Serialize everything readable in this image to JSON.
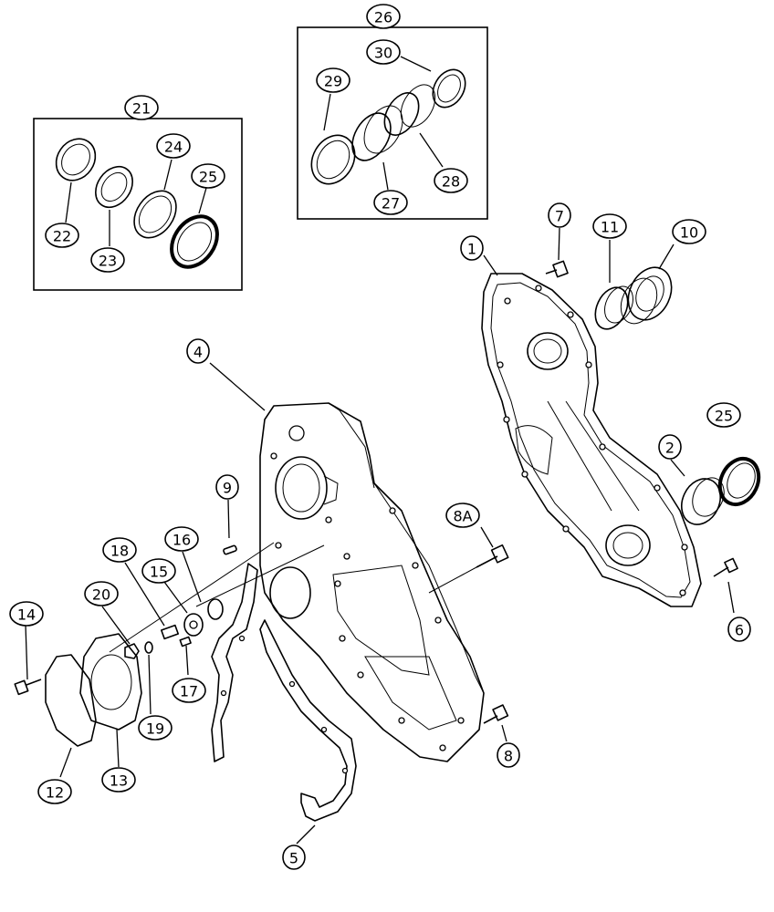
{
  "diagram": {
    "kit_boxes": [
      {
        "label": "21",
        "contents": [
          "22",
          "23",
          "24",
          "25"
        ]
      },
      {
        "label": "26",
        "contents": [
          "27",
          "28",
          "29",
          "30"
        ]
      }
    ],
    "callouts": {
      "c1": "1",
      "c2": "2",
      "c4": "4",
      "c5": "5",
      "c6": "6",
      "c7": "7",
      "c8": "8",
      "c8a": "8A",
      "c9": "9",
      "c10": "10",
      "c11": "11",
      "c12": "12",
      "c13": "13",
      "c14": "14",
      "c15": "15",
      "c16": "16",
      "c17": "17",
      "c18": "18",
      "c19": "19",
      "c20": "20",
      "c21": "21",
      "c22": "22",
      "c23": "23",
      "c24": "24",
      "c25a": "25",
      "c25b": "25",
      "c26": "26",
      "c27": "27",
      "c28": "28",
      "c29": "29",
      "c30": "30"
    }
  }
}
